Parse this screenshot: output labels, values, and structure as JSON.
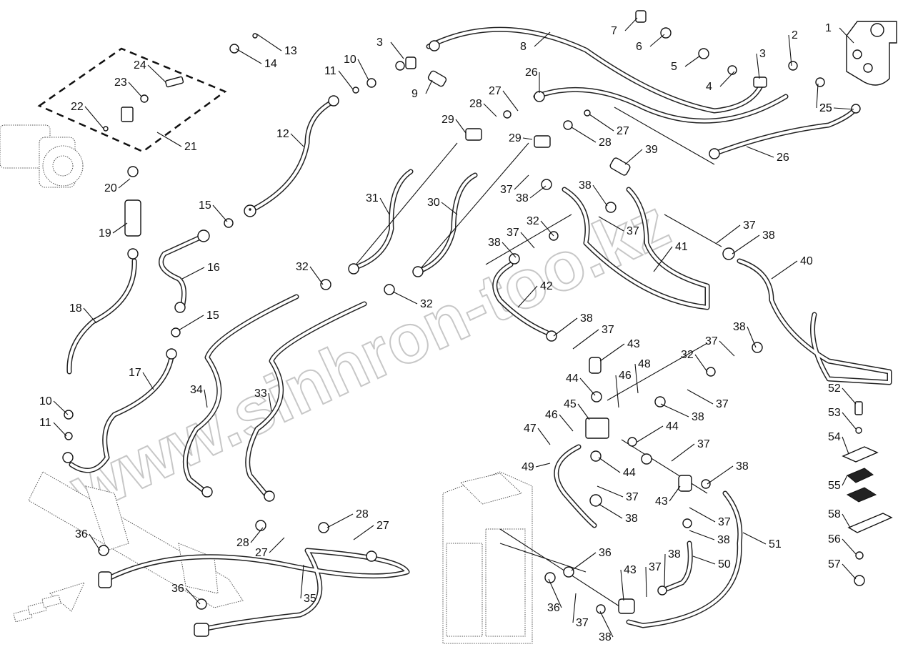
{
  "diagram": {
    "type": "exploded-parts-diagram",
    "watermark": "www.sinhron-too.kz",
    "callouts": [
      {
        "id": "1",
        "label": "1"
      },
      {
        "id": "2",
        "label": "2"
      },
      {
        "id": "3a",
        "label": "3"
      },
      {
        "id": "3b",
        "label": "3"
      },
      {
        "id": "4",
        "label": "4"
      },
      {
        "id": "5",
        "label": "5"
      },
      {
        "id": "6",
        "label": "6"
      },
      {
        "id": "7",
        "label": "7"
      },
      {
        "id": "8",
        "label": "8"
      },
      {
        "id": "9",
        "label": "9"
      },
      {
        "id": "10a",
        "label": "10"
      },
      {
        "id": "10b",
        "label": "10"
      },
      {
        "id": "11a",
        "label": "11"
      },
      {
        "id": "11b",
        "label": "11"
      },
      {
        "id": "12",
        "label": "12"
      },
      {
        "id": "13",
        "label": "13"
      },
      {
        "id": "14",
        "label": "14"
      },
      {
        "id": "15a",
        "label": "15"
      },
      {
        "id": "15b",
        "label": "15"
      },
      {
        "id": "16",
        "label": "16"
      },
      {
        "id": "17",
        "label": "17"
      },
      {
        "id": "18",
        "label": "18"
      },
      {
        "id": "19",
        "label": "19"
      },
      {
        "id": "20",
        "label": "20"
      },
      {
        "id": "21",
        "label": "21"
      },
      {
        "id": "22",
        "label": "22"
      },
      {
        "id": "23",
        "label": "23"
      },
      {
        "id": "24",
        "label": "24"
      },
      {
        "id": "25a",
        "label": "25"
      },
      {
        "id": "25b",
        "label": "25"
      },
      {
        "id": "26a",
        "label": "26"
      },
      {
        "id": "26b",
        "label": "26"
      },
      {
        "id": "27a",
        "label": "27"
      },
      {
        "id": "27b",
        "label": "27"
      },
      {
        "id": "27c",
        "label": "27"
      },
      {
        "id": "27d",
        "label": "27"
      },
      {
        "id": "28a",
        "label": "28"
      },
      {
        "id": "28b",
        "label": "28"
      },
      {
        "id": "28c",
        "label": "28"
      },
      {
        "id": "28d",
        "label": "28"
      },
      {
        "id": "29a",
        "label": "29"
      },
      {
        "id": "29b",
        "label": "29"
      },
      {
        "id": "30",
        "label": "30"
      },
      {
        "id": "31",
        "label": "31"
      },
      {
        "id": "32a",
        "label": "32"
      },
      {
        "id": "32b",
        "label": "32"
      },
      {
        "id": "32c",
        "label": "32"
      },
      {
        "id": "32d",
        "label": "32"
      },
      {
        "id": "33",
        "label": "33"
      },
      {
        "id": "34",
        "label": "34"
      },
      {
        "id": "35",
        "label": "35"
      },
      {
        "id": "36a",
        "label": "36"
      },
      {
        "id": "36b",
        "label": "36"
      },
      {
        "id": "36c",
        "label": "36"
      },
      {
        "id": "36d",
        "label": "36"
      },
      {
        "id": "37a",
        "label": "37"
      },
      {
        "id": "37b",
        "label": "37"
      },
      {
        "id": "37c",
        "label": "37"
      },
      {
        "id": "37d",
        "label": "37"
      },
      {
        "id": "37e",
        "label": "37"
      },
      {
        "id": "37f",
        "label": "37"
      },
      {
        "id": "37g",
        "label": "37"
      },
      {
        "id": "37h",
        "label": "37"
      },
      {
        "id": "37i",
        "label": "37"
      },
      {
        "id": "37j",
        "label": "37"
      },
      {
        "id": "37k",
        "label": "37"
      },
      {
        "id": "37l",
        "label": "37"
      },
      {
        "id": "38a",
        "label": "38"
      },
      {
        "id": "38b",
        "label": "38"
      },
      {
        "id": "38c",
        "label": "38"
      },
      {
        "id": "38d",
        "label": "38"
      },
      {
        "id": "38e",
        "label": "38"
      },
      {
        "id": "38f",
        "label": "38"
      },
      {
        "id": "38g",
        "label": "38"
      },
      {
        "id": "38h",
        "label": "38"
      },
      {
        "id": "38i",
        "label": "38"
      },
      {
        "id": "38j",
        "label": "38"
      },
      {
        "id": "38k",
        "label": "38"
      },
      {
        "id": "38l",
        "label": "38"
      },
      {
        "id": "39",
        "label": "39"
      },
      {
        "id": "40",
        "label": "40"
      },
      {
        "id": "41",
        "label": "41"
      },
      {
        "id": "42",
        "label": "42"
      },
      {
        "id": "43a",
        "label": "43"
      },
      {
        "id": "43b",
        "label": "43"
      },
      {
        "id": "43c",
        "label": "43"
      },
      {
        "id": "44a",
        "label": "44"
      },
      {
        "id": "44b",
        "label": "44"
      },
      {
        "id": "44c",
        "label": "44"
      },
      {
        "id": "45",
        "label": "45"
      },
      {
        "id": "46a",
        "label": "46"
      },
      {
        "id": "46b",
        "label": "46"
      },
      {
        "id": "47",
        "label": "47"
      },
      {
        "id": "48",
        "label": "48"
      },
      {
        "id": "49",
        "label": "49"
      },
      {
        "id": "50",
        "label": "50"
      },
      {
        "id": "51",
        "label": "51"
      },
      {
        "id": "52",
        "label": "52"
      },
      {
        "id": "53",
        "label": "53"
      },
      {
        "id": "54",
        "label": "54"
      },
      {
        "id": "55",
        "label": "55"
      },
      {
        "id": "56",
        "label": "56"
      },
      {
        "id": "57",
        "label": "57"
      },
      {
        "id": "58",
        "label": "58"
      }
    ]
  }
}
